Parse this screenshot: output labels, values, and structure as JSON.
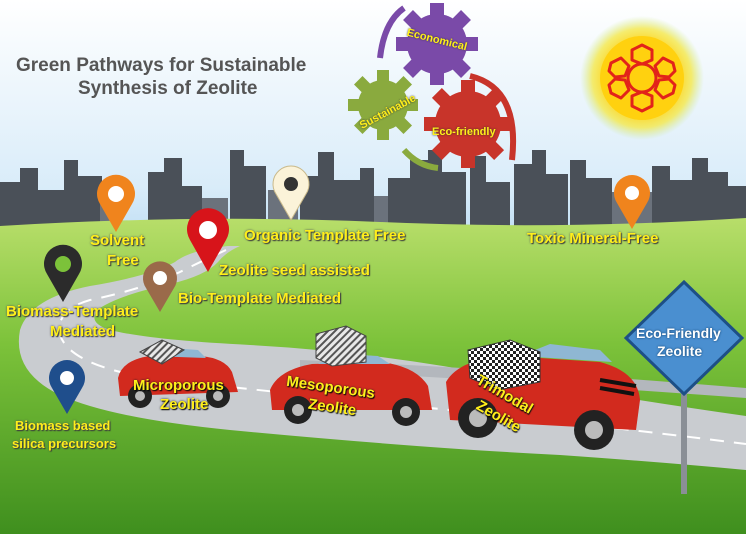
{
  "title": {
    "line1": "Green Pathways for Sustainable",
    "line2": "Synthesis of Zeolite"
  },
  "gears": {
    "economical": "Economical",
    "sustainable": "Sustainable",
    "eco_friendly": "Eco-friendly"
  },
  "pathways": {
    "solvent_free_1": "Solvent",
    "solvent_free_2": "Free",
    "organic_template_free": "Organic Template Free",
    "toxic_mineral_free": "Toxic Mineral-Free",
    "zeolite_seed": "Zeolite seed assisted",
    "bio_template": "Bio-Template  Mediated",
    "biomass_template_1": "Biomass-Template",
    "biomass_template_2": "Mediated",
    "biomass_silica_1": "Biomass based",
    "biomass_silica_2": "silica precursors"
  },
  "cars": {
    "micro_1": "Microporous",
    "micro_2": "Zeolite",
    "meso_1": "Mesoporous",
    "meso_2": "Zeolite",
    "tri_1": "Trimodal",
    "tri_2": "Zeolite"
  },
  "sign": {
    "line1": "Eco-Friendly",
    "line2": "Zeolite"
  },
  "colors": {
    "sky": "#2a8fd8",
    "grass": "#7cc23a",
    "road": "#c9ccd0",
    "car": "#d22a1e",
    "gear_purple": "#7a4aa8",
    "gear_green": "#8aaa3e",
    "gear_red": "#c8342a",
    "sign": "#4a8fd0",
    "label_yellow": "#ffef1a"
  },
  "icons": [
    "gear-icon",
    "sun-icon",
    "zeolite-framework-icon",
    "map-pin-icon",
    "car-icon",
    "road-sign-icon",
    "city-skyline-icon"
  ]
}
